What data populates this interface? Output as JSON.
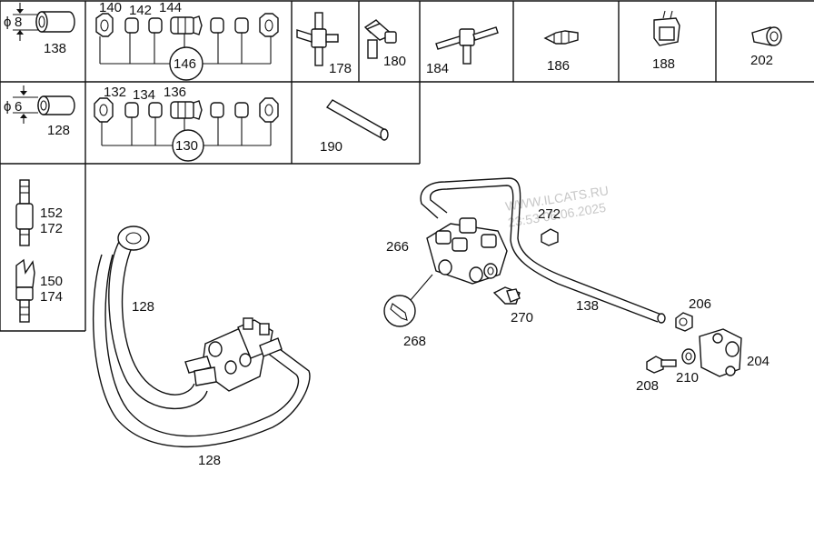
{
  "diagram": {
    "watermark": {
      "line1": "WWW.ILCATS.RU",
      "line2": "23:53 06.06.2025"
    },
    "table": {
      "row1": {
        "diameter_symbol": "ϕ",
        "diameter": "8",
        "tube_part": "138",
        "fittings": [
          "140",
          "142",
          "144"
        ],
        "kit": "146"
      },
      "row2": {
        "diameter_symbol": "ϕ",
        "diameter": "6",
        "tube_part": "128",
        "fittings": [
          "132",
          "134",
          "136"
        ],
        "kit": "130"
      },
      "connectors": [
        "178",
        "180",
        "184",
        "186",
        "188",
        "202"
      ],
      "tube_190": "190",
      "side_parts": {
        "a_top": "152",
        "a_bottom": "172",
        "b_top": "150",
        "b_bottom": "174"
      }
    },
    "labels": {
      "hose_upper": "128",
      "hose_lower": "128",
      "valve": "266",
      "bolt_272": "272",
      "wrench": "268",
      "bolt_270": "270",
      "line": "138",
      "union": "206",
      "valve_small": "204",
      "bolt_208": "208",
      "washer": "210"
    }
  }
}
